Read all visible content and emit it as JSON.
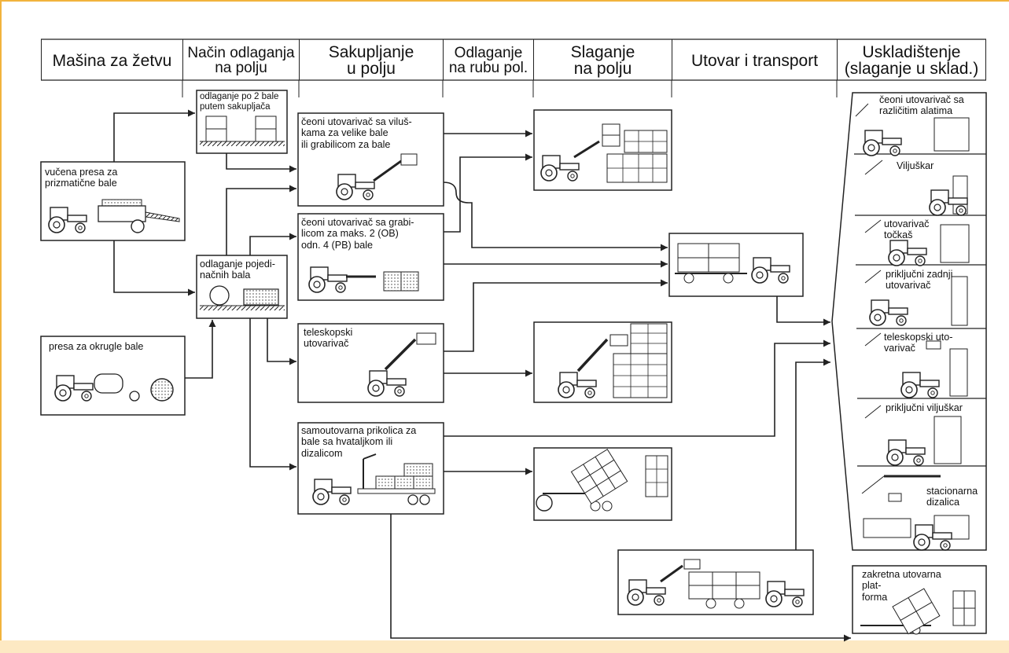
{
  "headers": [
    "Mašina za žetvu",
    "Način odlaganja\nna polju",
    "Sakupljanje\nu polju",
    "Odlaganje\nna rubu pol.",
    "Slaganje\nna polju",
    "Utovar i transport",
    "Uskladištenje\n(slaganje u sklad.)"
  ],
  "harvest": {
    "square_baler": "vučena presa za\nprizmatične bale",
    "round_baler": "presa za okrugle bale"
  },
  "placement": {
    "two_bales": "odlaganje po 2 bale\nputem sakupljača",
    "single_bales": "odlaganje pojedi-\nnačnih bala"
  },
  "collection": {
    "front_loader_fork": "čeoni utovarivač sa viluš-\nkama za velike bale\nili grabilicom za bale",
    "front_loader_grab": "čeoni utovarivač sa grabi-\nlicom za maks. 2 (OB)\nodn. 4 (PB) bale",
    "telescopic": "teleskopski\nutovarivač",
    "self_loading_trailer": "samoutovarna prikolica za\nbale sa hvataljkom ili\ndizalicom"
  },
  "storage": [
    "čeoni utovarivač sa\nrazličitim alatima",
    "Viljuškar",
    "utovarivač\ntočkaš",
    "priključni zadnji\nutovarivač",
    "teleskopski uto-\nvarivač",
    "priključni viljuškar",
    "stacionarna\ndizalica"
  ],
  "platform": "zakretna utovarna\nplat-\nforma"
}
